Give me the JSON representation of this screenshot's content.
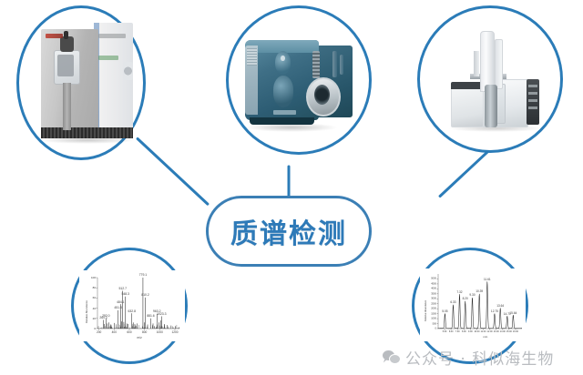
{
  "page": {
    "title": "质谱检测",
    "background": "#ffffff",
    "accent_blue": "#2b7cb8",
    "text_blue": "#2e7ab8"
  },
  "center_node": {
    "label": "质谱检测",
    "shape": "pill",
    "border_color": "#3b7fb5",
    "text_color": "#2e7ab8"
  },
  "nodes": [
    {
      "id": "node-top-left",
      "name": "lc-ms-orbitrap",
      "icon": "mass-spectrometer-photo",
      "circle_color": "#2b7cb8"
    },
    {
      "id": "node-top-center",
      "name": "triple-quad-ms",
      "icon": "mass-spectrometer-photo",
      "circle_color": "#2b7cb8"
    },
    {
      "id": "node-top-right",
      "name": "gc-ms-autosampler",
      "icon": "gc-ms-photo",
      "circle_color": "#2b7cb8"
    },
    {
      "id": "node-bottom-left",
      "name": "mass-spectrum-chart",
      "icon": "spectrum-chart",
      "circle_color": "#2b7cb8"
    },
    {
      "id": "node-bottom-right",
      "name": "chromatogram-chart",
      "icon": "spectrum-chart",
      "circle_color": "#2b7cb8"
    }
  ],
  "connectors": [
    {
      "name": "connector-left",
      "from": "node-top-left",
      "to": "center_node"
    },
    {
      "name": "connector-center",
      "from": "node-top-center",
      "to": "center_node"
    },
    {
      "name": "connector-right",
      "from": "node-top-right",
      "to": "center_node"
    }
  ],
  "watermark": {
    "icon": "wechat-icon",
    "text": "公众号 · 科似海生物",
    "color": "#b9bcc0"
  },
  "chart_data": [
    {
      "id": "spectrum-left",
      "type": "bar",
      "title": "",
      "xlabel": "m/z",
      "ylabel": "Relative Abundance",
      "xlim": [
        180,
        1260
      ],
      "ylim": [
        0,
        100
      ],
      "xticks": [
        200,
        400,
        600,
        800,
        1000,
        1200
      ],
      "yticks": [
        0,
        20,
        40,
        60,
        80,
        100
      ],
      "grid": false,
      "annotation_top": "779.1",
      "peaks": [
        {
          "mz": 260.1,
          "intensity": 17,
          "label": "260.1"
        },
        {
          "mz": 272.0,
          "intensity": 9,
          "label": ""
        },
        {
          "mz": 292.0,
          "intensity": 20,
          "label": "292.0"
        },
        {
          "mz": 310.1,
          "intensity": 10,
          "label": ""
        },
        {
          "mz": 331.0,
          "intensity": 12,
          "label": ""
        },
        {
          "mz": 352.0,
          "intensity": 8,
          "label": ""
        },
        {
          "mz": 401.0,
          "intensity": 11,
          "label": ""
        },
        {
          "mz": 451.8,
          "intensity": 36,
          "label": "451.8"
        },
        {
          "mz": 484.1,
          "intensity": 48,
          "label": "484.1"
        },
        {
          "mz": 498.0,
          "intensity": 14,
          "label": ""
        },
        {
          "mz": 512.7,
          "intensity": 74,
          "label": "512.7"
        },
        {
          "mz": 527.0,
          "intensity": 13,
          "label": ""
        },
        {
          "mz": 548.3,
          "intensity": 63,
          "label": "548.3"
        },
        {
          "mz": 566.0,
          "intensity": 10,
          "label": ""
        },
        {
          "mz": 581.0,
          "intensity": 9,
          "label": ""
        },
        {
          "mz": 632.8,
          "intensity": 30,
          "label": "632.8"
        },
        {
          "mz": 651.0,
          "intensity": 12,
          "label": ""
        },
        {
          "mz": 672.0,
          "intensity": 9,
          "label": ""
        },
        {
          "mz": 701.0,
          "intensity": 10,
          "label": ""
        },
        {
          "mz": 779.1,
          "intensity": 100,
          "label": "779.1"
        },
        {
          "mz": 800.0,
          "intensity": 12,
          "label": ""
        },
        {
          "mz": 810.2,
          "intensity": 61,
          "label": "810.2"
        },
        {
          "mz": 840.0,
          "intensity": 8,
          "label": ""
        },
        {
          "mz": 881.6,
          "intensity": 20,
          "label": "881.6"
        },
        {
          "mz": 912.0,
          "intensity": 10,
          "label": ""
        },
        {
          "mz": 963.2,
          "intensity": 29,
          "label": "963.2"
        },
        {
          "mz": 990.0,
          "intensity": 12,
          "label": ""
        },
        {
          "mz": 1011.0,
          "intensity": 16,
          "label": ""
        },
        {
          "mz": 1023.3,
          "intensity": 24,
          "label": "1023.3"
        },
        {
          "mz": 1060.0,
          "intensity": 9,
          "label": ""
        },
        {
          "mz": 1100.0,
          "intensity": 7,
          "label": ""
        },
        {
          "mz": 1150.0,
          "intensity": 6,
          "label": ""
        },
        {
          "mz": 1205.0,
          "intensity": 5,
          "label": ""
        }
      ]
    },
    {
      "id": "spectrum-right",
      "type": "line",
      "title": "",
      "xlabel": "min",
      "ylabel": "Relative Abundance",
      "xlim": [
        4.0,
        17.0
      ],
      "ylim": [
        0,
        5500
      ],
      "xticks": [
        5.0,
        6.0,
        7.0,
        8.0,
        9.0,
        10.0,
        11.0,
        12.0,
        13.0,
        14.0,
        15.0,
        16.0
      ],
      "yticks": [
        0,
        500,
        1000,
        1500,
        2000,
        2500,
        3000,
        3500,
        4000,
        4500,
        5000
      ],
      "grid": false,
      "peaks": [
        {
          "rt": 5.05,
          "intensity": 1500,
          "label": "5.05"
        },
        {
          "rt": 6.33,
          "intensity": 2400,
          "label": "6.33"
        },
        {
          "rt": 7.32,
          "intensity": 3450,
          "label": "7.32"
        },
        {
          "rt": 8.2,
          "intensity": 2750,
          "label": "8.20"
        },
        {
          "rt": 9.3,
          "intensity": 3150,
          "label": "9.30"
        },
        {
          "rt": 10.39,
          "intensity": 3500,
          "label": "10.39"
        },
        {
          "rt": 11.61,
          "intensity": 4750,
          "label": "11.61"
        },
        {
          "rt": 12.75,
          "intensity": 1500,
          "label": "12.75"
        },
        {
          "rt": 13.64,
          "intensity": 2050,
          "label": "13.64"
        },
        {
          "rt": 14.71,
          "intensity": 1250,
          "label": "14.71"
        },
        {
          "rt": 15.64,
          "intensity": 1350,
          "label": "15.64"
        }
      ]
    }
  ]
}
